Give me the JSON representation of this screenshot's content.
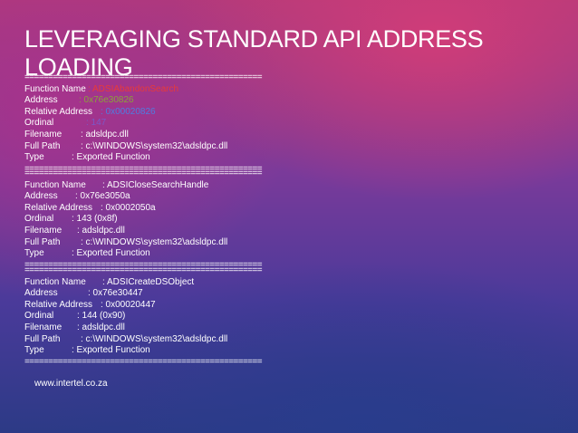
{
  "title": "LEVERAGING STANDARD API ADDRESS LOADING",
  "separator": "==================================================",
  "entries": [
    {
      "function_name_label": "Function Name",
      "function_name": ": ADSIAbandonSearch",
      "address_label": "Address",
      "address": ": 0x76e30826",
      "relative_label": "Relative Address",
      "relative": ": 0x00020826",
      "ordinal_label": "Ordinal",
      "ordinal": ": 147",
      "filename_label": "Filename",
      "filename": ": adsldpc.dll",
      "fullpath_label": "Full Path",
      "fullpath": ": c:\\WINDOWS\\system32\\adsldpc.dll",
      "type_label": "Type",
      "type": ": Exported Function"
    },
    {
      "function_name_label": "Function Name",
      "function_name": ": ADSICloseSearchHandle",
      "address_label": "Address",
      "address": ": 0x76e3050a",
      "relative_label": "Relative Address",
      "relative": ": 0x0002050a",
      "ordinal_label": "Ordinal",
      "ordinal": ": 143 (0x8f)",
      "filename_label": "Filename",
      "filename": ": adsldpc.dll",
      "fullpath_label": "Full Path",
      "fullpath": ": c:\\WINDOWS\\system32\\adsldpc.dll",
      "type_label": "Type",
      "type": ": Exported Function"
    },
    {
      "function_name_label": "Function Name",
      "function_name": ": ADSICreateDSObject",
      "address_label": "Address",
      "address": ": 0x76e30447",
      "relative_label": "Relative Address",
      "relative": ": 0x00020447",
      "ordinal_label": "Ordinal",
      "ordinal": ": 144 (0x90)",
      "filename_label": "Filename",
      "filename": ": adsldpc.dll",
      "fullpath_label": "Full Path",
      "fullpath": ": c:\\WINDOWS\\system32\\adsldpc.dll",
      "type_label": "Type",
      "type": ": Exported Function"
    }
  ],
  "footer": "www.intertel.co.za",
  "colors": {
    "highlight_red": "#e83a3a",
    "highlight_olive": "#8aa23a",
    "highlight_blue": "#4f7de0"
  }
}
